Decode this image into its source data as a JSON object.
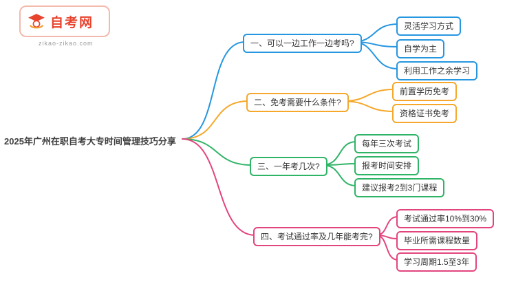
{
  "logo": {
    "brand": "自考网",
    "domain": "zikao-zikao.com",
    "icon": "graduation-cap-icon",
    "accent_color": "#e8432d"
  },
  "root": {
    "label": "2025年广州在职自考大专时间管理技巧分享"
  },
  "branches": [
    {
      "label": "一、可以一边工作一边考吗?",
      "color": "#2596e0",
      "children": [
        "灵活学习方式",
        "自学为主",
        "利用工作之余学习"
      ]
    },
    {
      "label": "二、免考需要什么条件?",
      "color": "#f5a82c",
      "children": [
        "前置学历免考",
        "资格证书免考"
      ]
    },
    {
      "label": "三、一年考几次?",
      "color": "#2fb467",
      "children": [
        "每年三次考试",
        "报考时间安排",
        "建议报考2到3门课程"
      ]
    },
    {
      "label": "四、考试通过率及几年能考完?",
      "color": "#e3447e",
      "children": [
        "考试通过率10%到30%",
        "毕业所需课程数量",
        "学习周期1.5至3年"
      ]
    }
  ]
}
